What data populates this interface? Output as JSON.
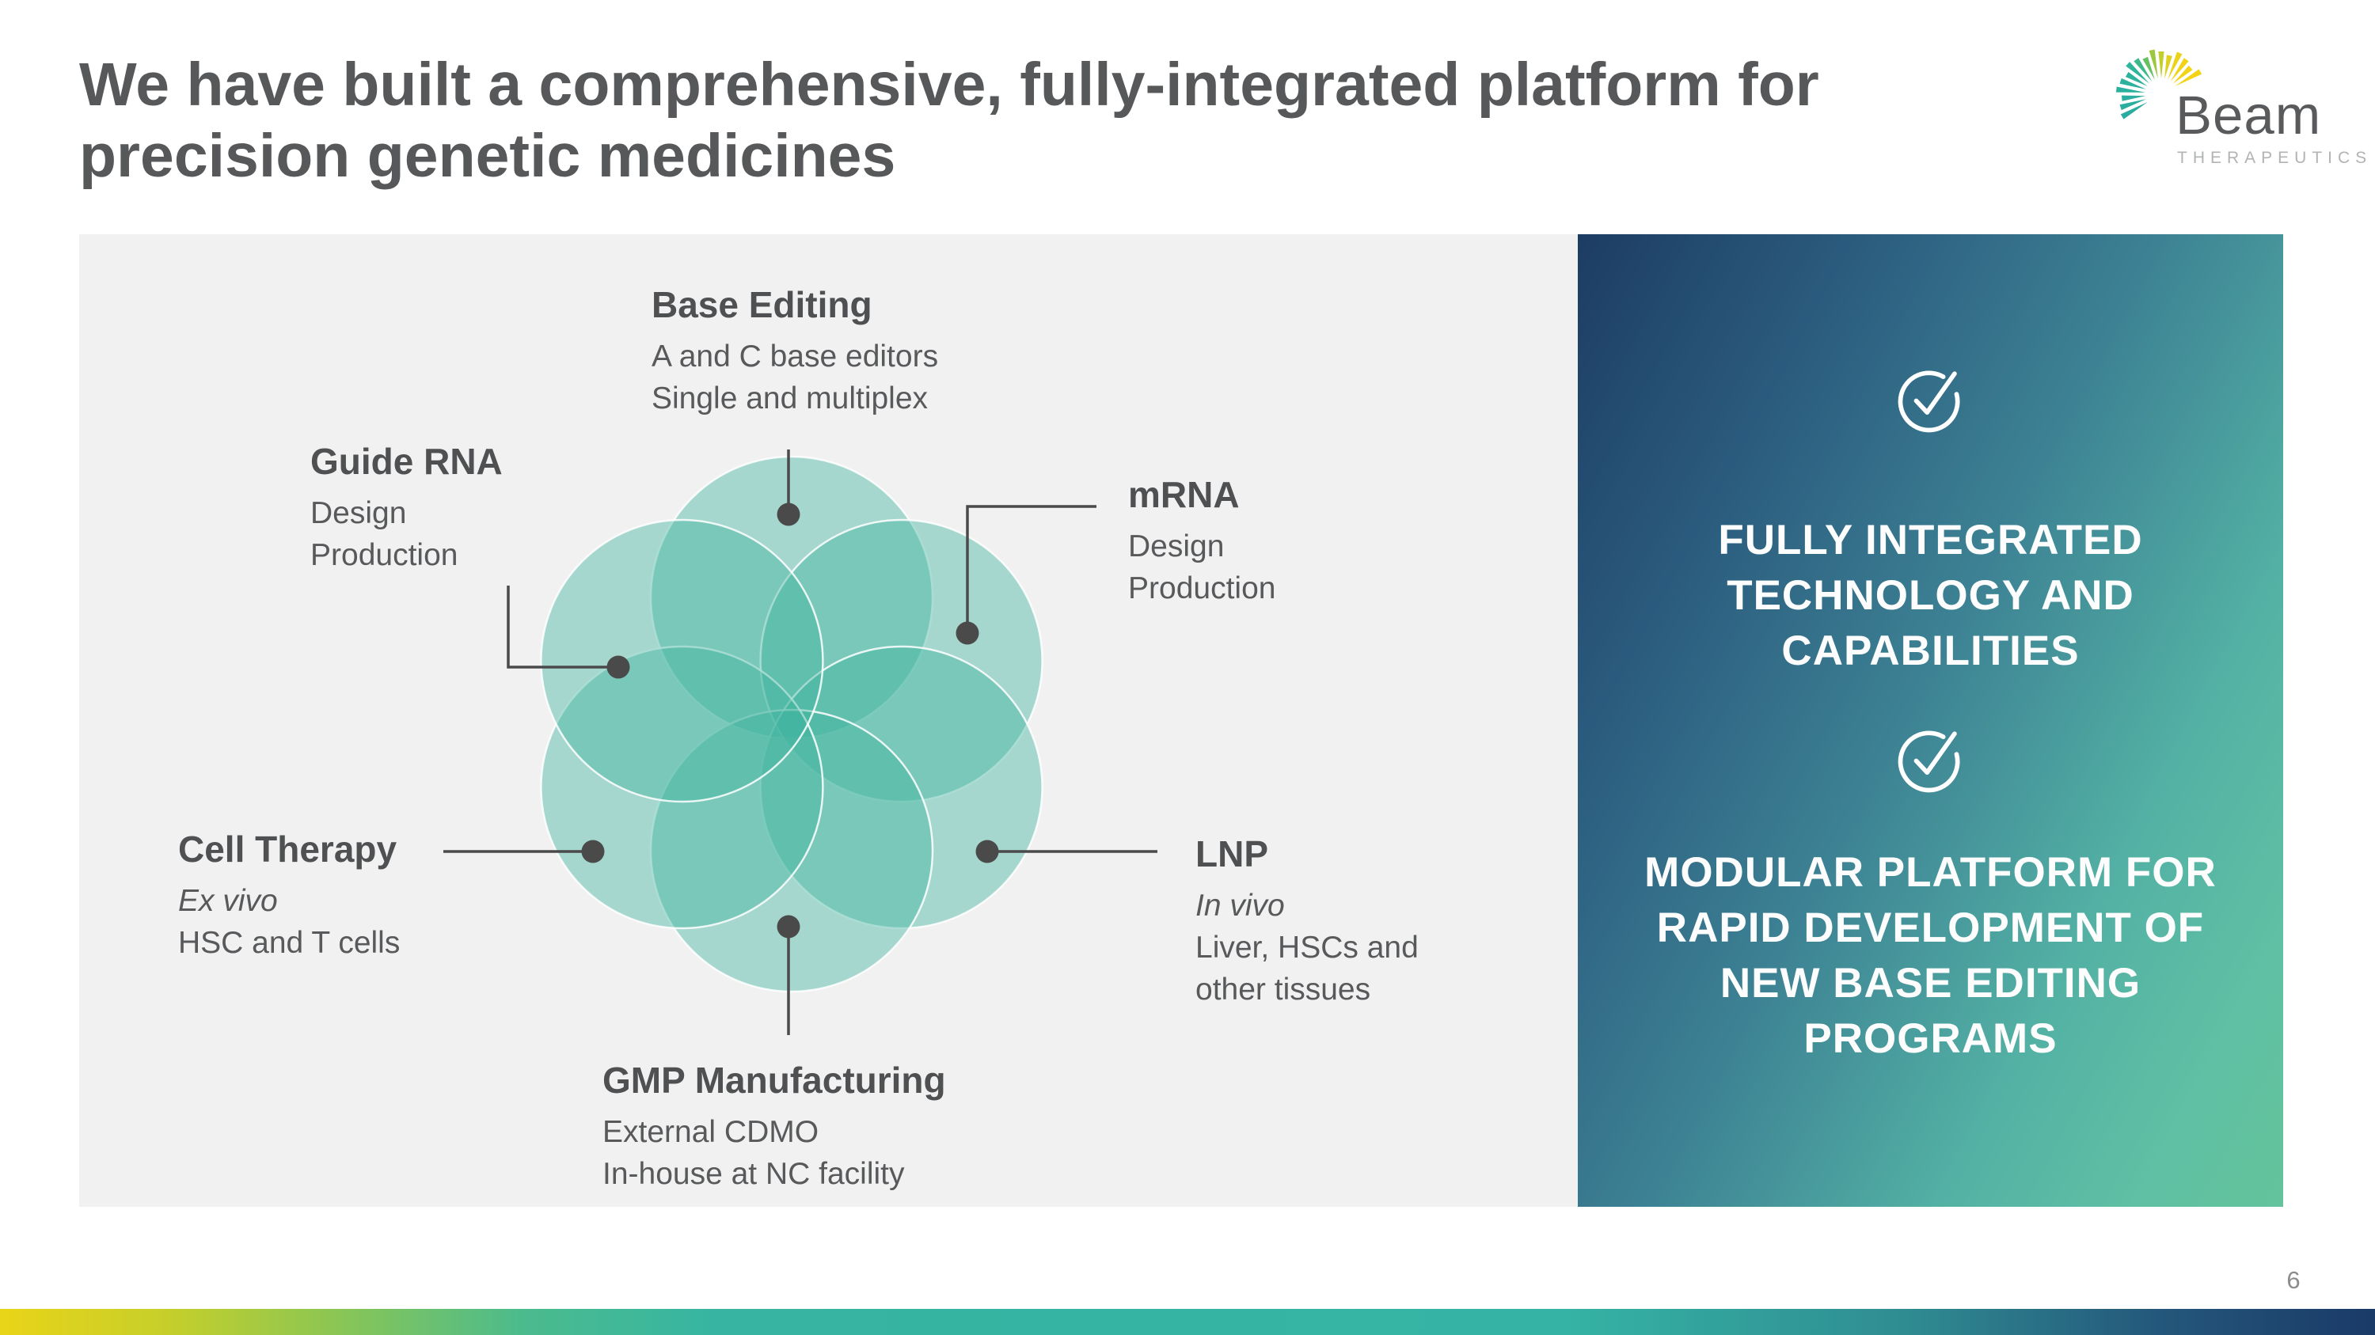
{
  "title": {
    "line1": "We have built a comprehensive, fully-integrated platform for",
    "line2": "precision genetic medicines"
  },
  "logo": {
    "name": "Beam",
    "subtitle": "THERAPEUTICS",
    "ray_colors": [
      "#f3d414",
      "#f3d414",
      "#f1d316",
      "#ecd21a",
      "#ddd121",
      "#c2ce2c",
      "#9cc83f",
      "#68c061",
      "#3db98b",
      "#2fb59b",
      "#2db29d",
      "#2cb19e",
      "#2cb09e",
      "#2bafa0",
      "#2bada0",
      "#2aaca0"
    ]
  },
  "diagram": {
    "circle_color": "#3eb29e",
    "labels": [
      {
        "id": "base-editing",
        "title": "Base Editing",
        "lines": [
          "A and C base editors",
          "Single and multiplex"
        ]
      },
      {
        "id": "guide-rna",
        "title": "Guide RNA",
        "lines": [
          "Design",
          "Production"
        ]
      },
      {
        "id": "mrna",
        "title": "mRNA",
        "lines": [
          "Design",
          "Production"
        ]
      },
      {
        "id": "cell-therapy",
        "title": "Cell Therapy",
        "lines": [
          "Ex vivo",
          "HSC and T cells"
        ]
      },
      {
        "id": "lnp",
        "title": "LNP",
        "lines": [
          "In vivo",
          "Liver, HSCs and",
          "other tissues"
        ]
      },
      {
        "id": "gmp-manufacturing",
        "title": "GMP Manufacturing",
        "lines": [
          "External CDMO",
          "In-house at NC facility"
        ]
      }
    ]
  },
  "panel": {
    "items": [
      {
        "icon": "check-circle",
        "lines": [
          "FULLY INTEGRATED",
          "TECHNOLOGY AND",
          "CAPABILITIES"
        ]
      },
      {
        "icon": "check-circle",
        "lines": [
          "MODULAR PLATFORM FOR",
          "RAPID DEVELOPMENT OF",
          "NEW BASE EDITING",
          "PROGRAMS"
        ]
      }
    ],
    "gradient_start": "#1d3c63",
    "gradient_end": "#63c39b"
  },
  "footer": {
    "page_number": "6",
    "bar_colors": [
      "#e9d418",
      "#35b3a4",
      "#1a3a67"
    ]
  }
}
